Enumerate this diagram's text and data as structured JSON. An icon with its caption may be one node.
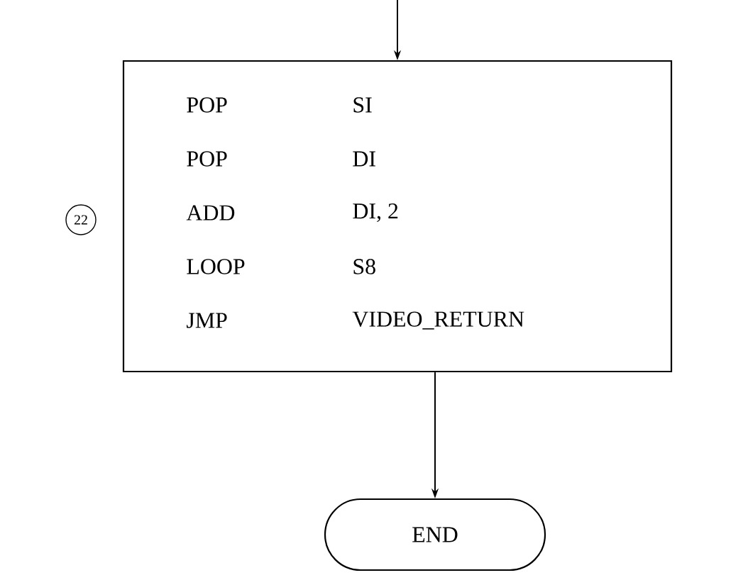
{
  "diagram": {
    "nodes": [
      {
        "text": [
          "POP",
          "SI",
          "POP",
          "DI",
          "ADD",
          "DI, 2",
          "LOOP",
          "S8",
          "JMP",
          "VIDEO_RETURN"
        ],
        "beside": [
          "22"
        ]
      },
      {
        "text": [
          "END"
        ]
      }
    ],
    "edges": [
      {
        "from": null,
        "to": 0,
        "arrow": "to"
      },
      {
        "from": 0,
        "to": 1,
        "arrow": "to"
      }
    ]
  }
}
